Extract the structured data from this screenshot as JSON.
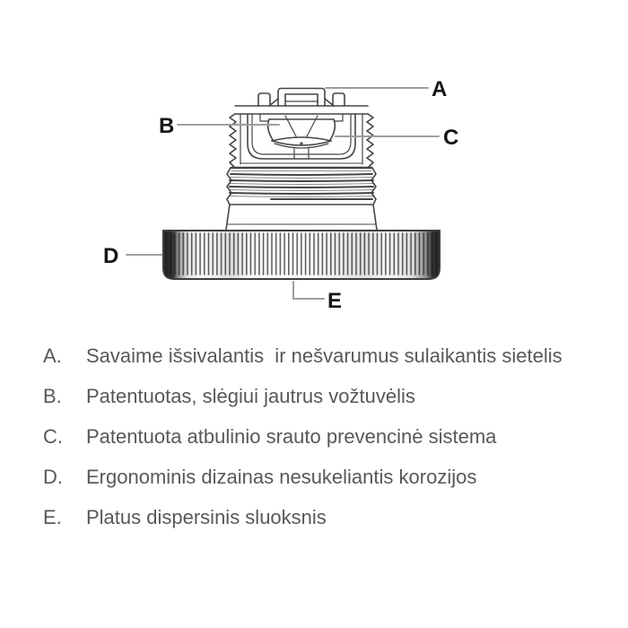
{
  "page": {
    "background_color": "#ffffff",
    "line_color": "#454545",
    "leader_line_color": "#9e9e9e",
    "callout_letter_color": "#161616",
    "legend_text_color": "#57585a"
  },
  "diagram": {
    "description": "cross-section of tap aerator / valve insert",
    "callouts": [
      {
        "letter": "A"
      },
      {
        "letter": "B"
      },
      {
        "letter": "C"
      },
      {
        "letter": "D"
      },
      {
        "letter": "E"
      }
    ]
  },
  "legend": {
    "items": [
      {
        "letter": "A.",
        "text": "Savaime išsivalantis  ir nešvarumus sulaikantis sietelis"
      },
      {
        "letter": "B.",
        "text": "Patentuotas, slėgiui jautrus vožtuvėlis"
      },
      {
        "letter": "C.",
        "text": "Patentuota atbulinio srauto prevencinė sistema"
      },
      {
        "letter": "D.",
        "text": "Ergonominis dizainas nesukeliantis korozijos"
      },
      {
        "letter": "E.",
        "text": "Platus dispersinis sluoksnis"
      }
    ]
  }
}
